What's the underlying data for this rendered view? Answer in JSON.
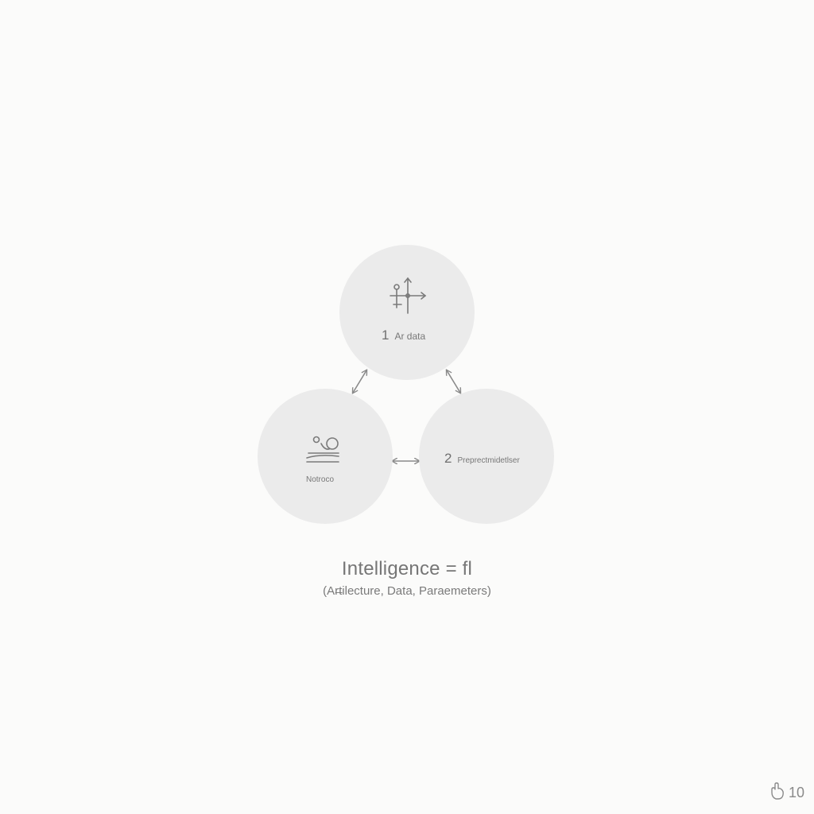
{
  "nodes": {
    "top": {
      "number": "1",
      "label": "Ar data",
      "icon": "axes-graph-icon"
    },
    "left": {
      "number": "",
      "label": "Notroco",
      "icon": "layers-motion-icon"
    },
    "right": {
      "number": "2",
      "label": "Preprectmidetlser",
      "icon": ""
    }
  },
  "connectors": [
    "top-left",
    "top-right",
    "left-right"
  ],
  "formula": {
    "main": "Intelligence = fl",
    "sub": "(Ar̶tilecture, Data, Paraemeters)"
  },
  "corner": {
    "icon": "hand-icon",
    "text": "10"
  },
  "colors": {
    "background": "#fbfbfa",
    "node_fill": "#ebebeb",
    "stroke": "#8a8a8a",
    "text": "#707070"
  }
}
